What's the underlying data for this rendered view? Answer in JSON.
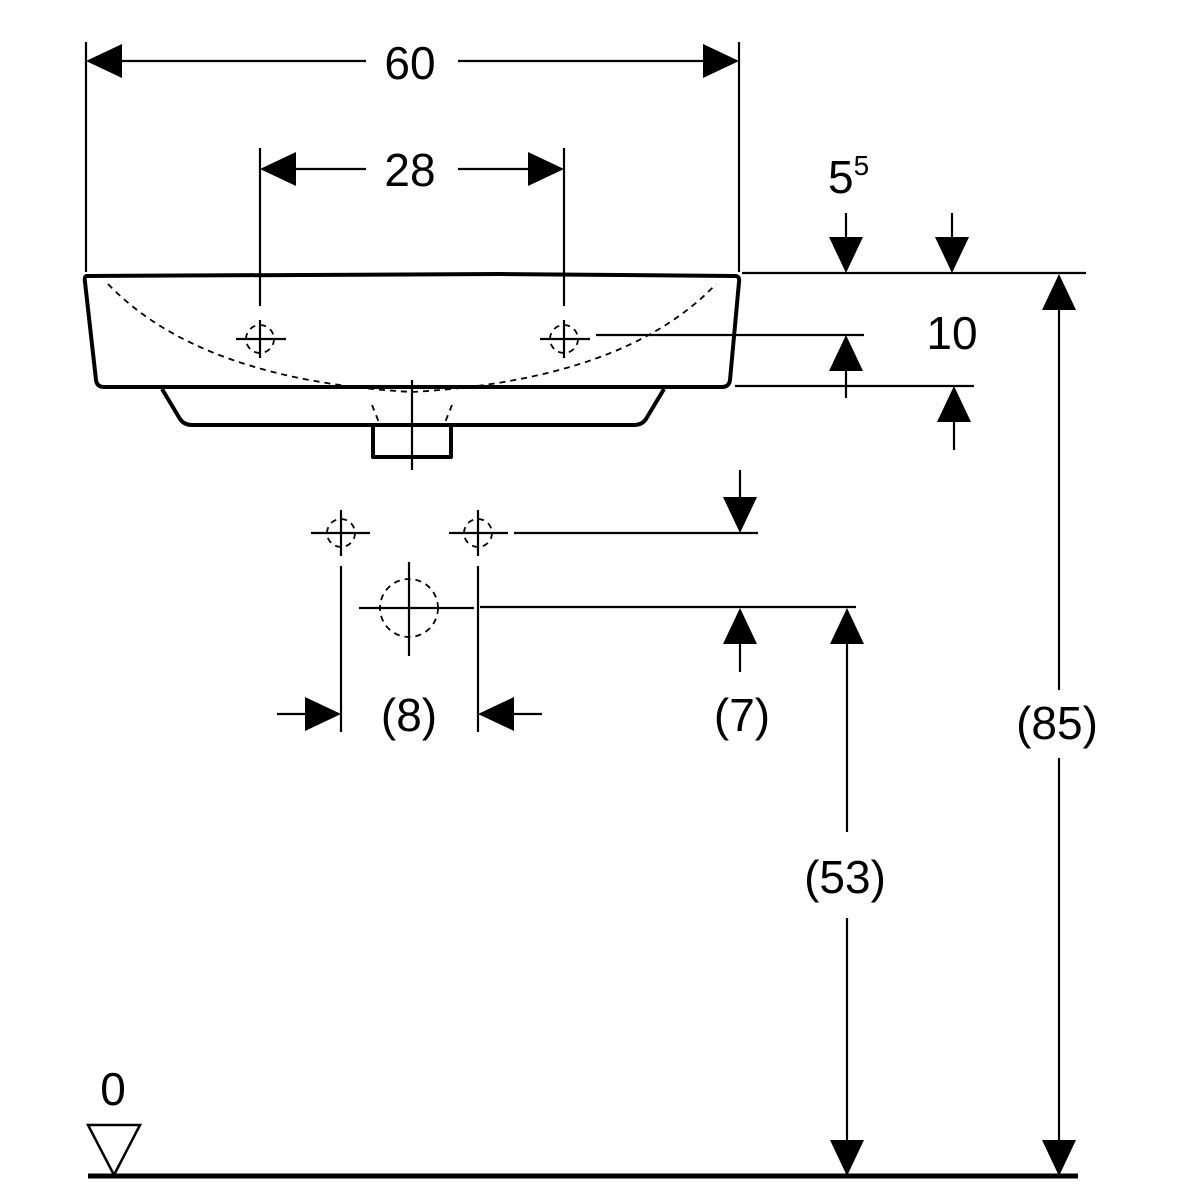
{
  "dimensions": {
    "overall_width": "60",
    "tap_hole_spacing": "28",
    "rim_offset_base": "5",
    "rim_offset_sup": "5",
    "rim_to_tap_hole": "10",
    "supply_spacing": "(8)",
    "supply_to_drain_height": "(7)",
    "drain_height": "(53)",
    "rim_height": "(85)",
    "floor_level": "0"
  }
}
